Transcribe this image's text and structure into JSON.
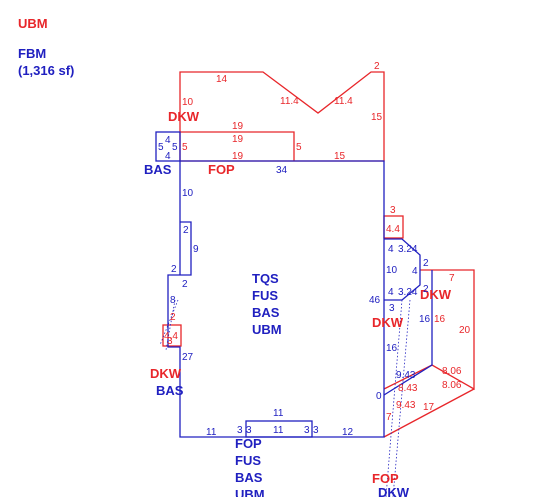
{
  "legend": {
    "ubm": "UBM",
    "fbm": "FBM",
    "fbm_area": "(1,316 sf)"
  },
  "labels": {
    "dkw_upper": "DKW",
    "bas_upper": "BAS",
    "fop_upper": "FOP",
    "center": [
      "TQS",
      "FUS",
      "BAS",
      "UBM"
    ],
    "dkw_left": "DKW",
    "bas_left": "BAS",
    "dkw_bay": "DKW",
    "dkw_right": "DKW",
    "bottom": [
      "FOP",
      "FUS",
      "BAS",
      "UBM"
    ],
    "fop_right_bottom": "FOP",
    "dkw_right_bottom": "DKW"
  },
  "dims_red": [
    "14",
    "2",
    "10",
    "11.4",
    "11.4",
    "15",
    "19",
    "19",
    "19",
    "5",
    "5",
    "15",
    "3",
    "4.4",
    "7",
    "16",
    "20",
    "8.06",
    "8.06",
    "8.43",
    "17",
    "7",
    "4.4",
    "3",
    "2",
    "9.43"
  ],
  "dims_blue": [
    "4",
    "4",
    "5",
    "5",
    "34",
    "10",
    "2",
    "9",
    "2",
    "2",
    "8",
    "27",
    "11",
    "3",
    "3",
    "11",
    "11",
    "3",
    "3",
    "12",
    "4",
    "3.24",
    "10",
    "2",
    "4",
    "4",
    "3.24",
    "2",
    "46",
    "3",
    "16",
    "16",
    "0",
    "9.43"
  ]
}
